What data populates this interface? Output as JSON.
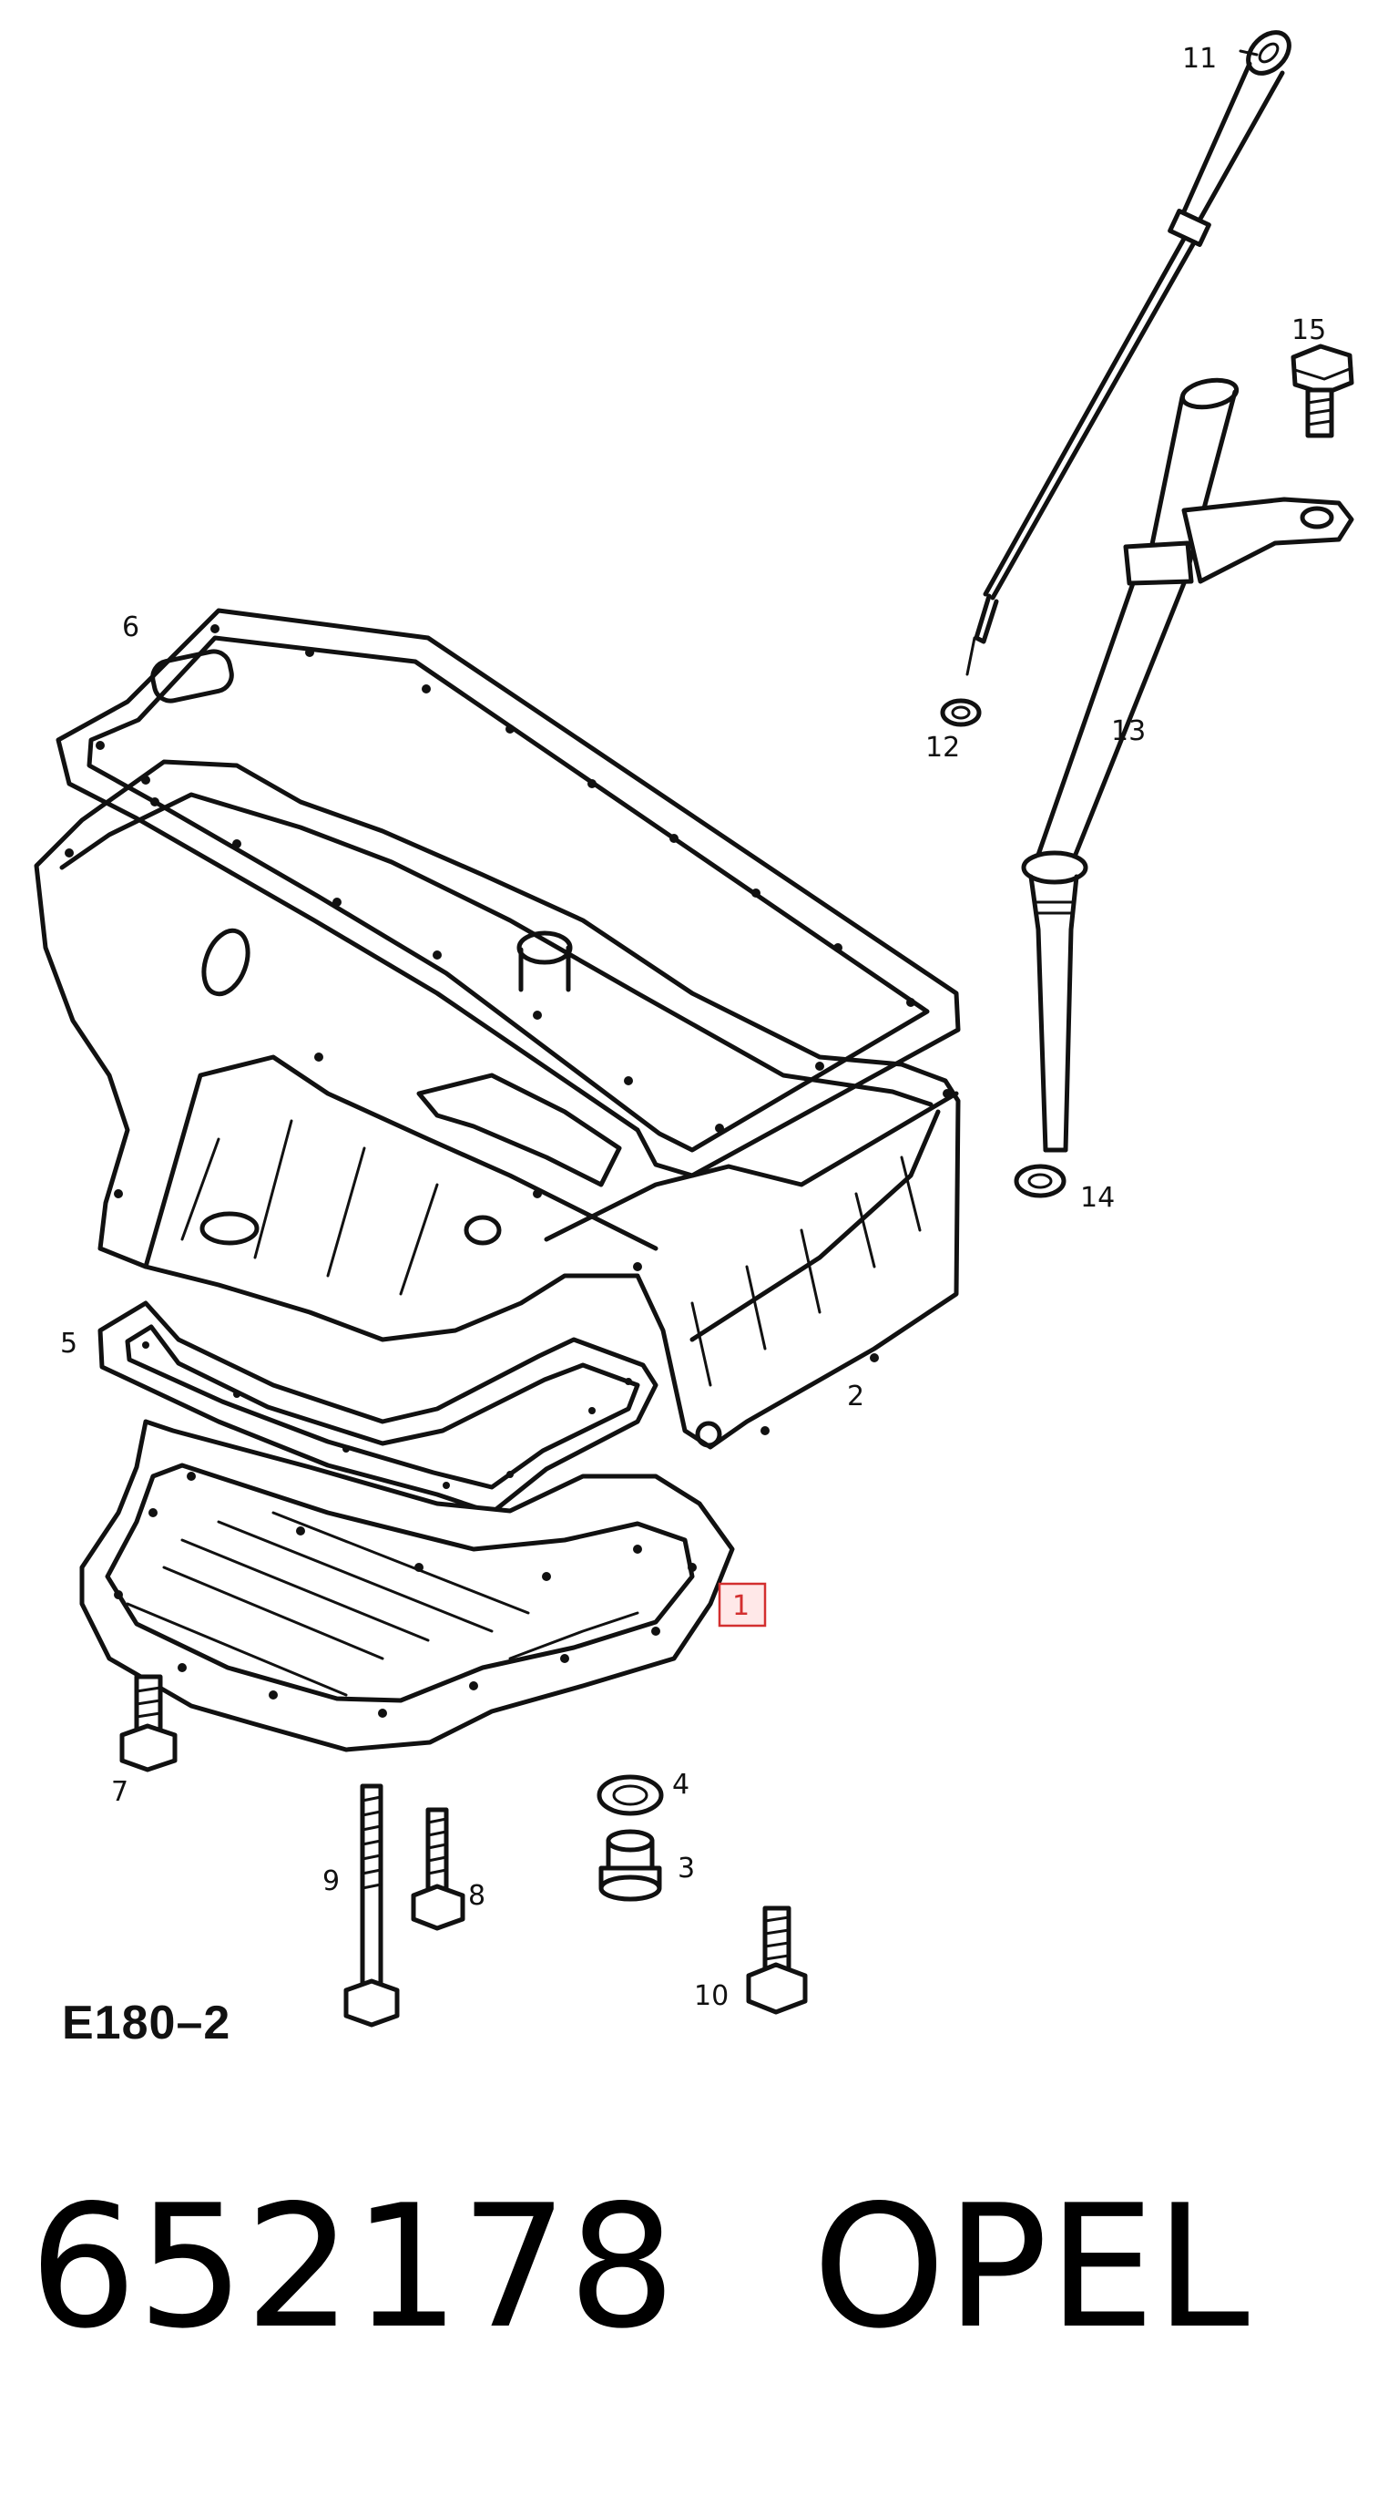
{
  "diagram": {
    "callouts": [
      {
        "id": "1",
        "label": "1",
        "highlighted": true
      },
      {
        "id": "2",
        "label": "2"
      },
      {
        "id": "3",
        "label": "3"
      },
      {
        "id": "4",
        "label": "4"
      },
      {
        "id": "5",
        "label": "5"
      },
      {
        "id": "6",
        "label": "6"
      },
      {
        "id": "7",
        "label": "7"
      },
      {
        "id": "8",
        "label": "8"
      },
      {
        "id": "9",
        "label": "9"
      },
      {
        "id": "10",
        "label": "10"
      },
      {
        "id": "11",
        "label": "11"
      },
      {
        "id": "12",
        "label": "12"
      },
      {
        "id": "13",
        "label": "13"
      },
      {
        "id": "14",
        "label": "14"
      },
      {
        "id": "15",
        "label": "15"
      }
    ],
    "diagram_code": "E180–2",
    "highlight_color": "#d32f2f"
  },
  "part": {
    "number": "652178",
    "brand": "OPEL"
  }
}
